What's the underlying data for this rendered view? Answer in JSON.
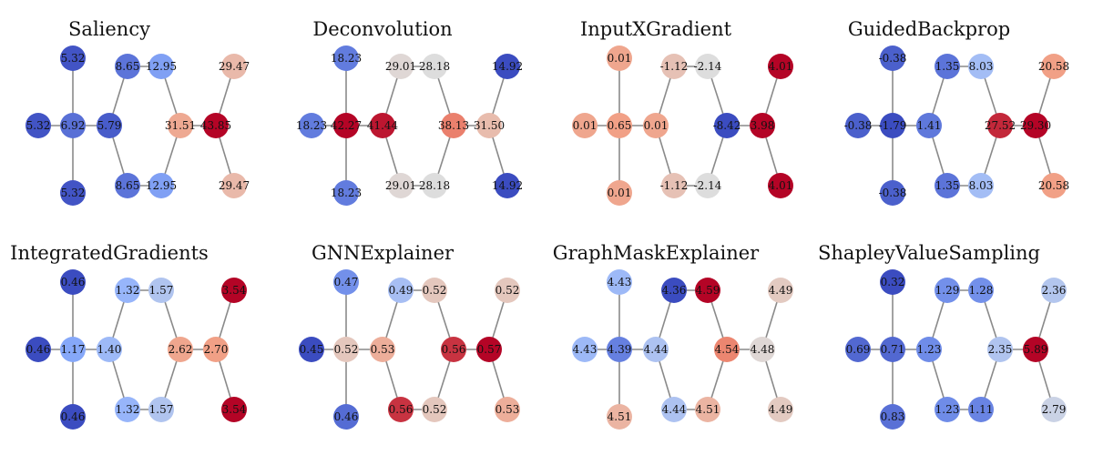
{
  "graph": {
    "nodes": [
      "n0",
      "n1",
      "n2",
      "n3",
      "n4",
      "n5",
      "n6",
      "n7",
      "n8",
      "n9",
      "n10",
      "n11",
      "n12"
    ],
    "edges": [
      [
        "n0",
        "n1"
      ],
      [
        "n1",
        "n2"
      ],
      [
        "n1",
        "n3"
      ],
      [
        "n1",
        "n4"
      ],
      [
        "n4",
        "n5"
      ],
      [
        "n5",
        "n6"
      ],
      [
        "n6",
        "n9"
      ],
      [
        "n4",
        "n7"
      ],
      [
        "n7",
        "n8"
      ],
      [
        "n8",
        "n9"
      ],
      [
        "n9",
        "n10"
      ],
      [
        "n10",
        "n11"
      ],
      [
        "n10",
        "n12"
      ]
    ]
  },
  "colors": {
    "edge": "#8a8a8a",
    "colormap": "coolwarm"
  },
  "panels": [
    {
      "title": "Saliency",
      "labels": [
        "5.32",
        "6.92",
        "5.32",
        "5.32",
        "5.79",
        "8.65",
        "12.95",
        "8.65",
        "12.95",
        "31.51",
        "43.85",
        "29.47",
        "29.47"
      ],
      "scores": [
        0.02,
        0.09,
        0.02,
        0.02,
        0.04,
        0.1,
        0.21,
        0.1,
        0.21,
        0.69,
        1.0,
        0.63,
        0.63
      ]
    },
    {
      "title": "Deconvolution",
      "labels": [
        "18.23",
        "42.27",
        "18.23",
        "18.23",
        "41.44",
        "29.01",
        "28.18",
        "29.01",
        "28.18",
        "38.13",
        "31.50",
        "14.92",
        "14.92"
      ],
      "scores": [
        0.12,
        1.0,
        0.12,
        0.12,
        0.97,
        0.52,
        0.5,
        0.52,
        0.5,
        0.79,
        0.62,
        0.0,
        0.0
      ]
    },
    {
      "title": "InputXGradient",
      "labels": [
        "0.01",
        "0.65",
        "0.01",
        "0.01",
        "0.01",
        "-1.12",
        "-2.14",
        "-1.12",
        "-2.14",
        "-8.42",
        "3.98",
        "4.01",
        "4.01"
      ],
      "scores": [
        0.7,
        0.72,
        0.7,
        0.7,
        0.7,
        0.6,
        0.5,
        0.6,
        0.5,
        0.0,
        1.0,
        1.0,
        1.0
      ]
    },
    {
      "title": "GuidedBackprop",
      "labels": [
        "-0.38",
        "-1.79",
        "-0.38",
        "-0.38",
        "1.41",
        "1.35",
        "8.03",
        "1.35",
        "8.03",
        "27.52",
        "29.30",
        "20.58",
        "20.58"
      ],
      "scores": [
        0.05,
        0.0,
        0.05,
        0.05,
        0.11,
        0.1,
        0.32,
        0.1,
        0.32,
        0.94,
        1.0,
        0.72,
        0.72
      ]
    },
    {
      "title": "IntegratedGradients",
      "labels": [
        "0.46",
        "1.17",
        "0.46",
        "0.46",
        "1.40",
        "1.32",
        "1.57",
        "1.32",
        "1.57",
        "2.62",
        "2.70",
        "3.54",
        "3.54"
      ],
      "scores": [
        0.0,
        0.23,
        0.0,
        0.0,
        0.3,
        0.28,
        0.36,
        0.28,
        0.36,
        0.7,
        0.72,
        1.0,
        1.0
      ]
    },
    {
      "title": "GNNExplainer",
      "labels": [
        "0.47",
        "0.52",
        "0.45",
        "0.46",
        "0.53",
        "0.49",
        "0.52",
        "0.56",
        "0.52",
        "0.56",
        "0.57",
        "0.52",
        "0.53"
      ],
      "scores": [
        0.17,
        0.58,
        0.0,
        0.08,
        0.67,
        0.33,
        0.58,
        0.92,
        0.58,
        0.92,
        1.0,
        0.58,
        0.67
      ]
    },
    {
      "title": "GraphMaskExplainer",
      "labels": [
        "4.43",
        "4.39",
        "4.43",
        "4.51",
        "4.44",
        "4.36",
        "4.59",
        "4.44",
        "4.51",
        "4.54",
        "4.48",
        "4.49",
        "4.49"
      ],
      "scores": [
        0.3,
        0.13,
        0.3,
        0.65,
        0.35,
        0.0,
        1.0,
        0.35,
        0.65,
        0.78,
        0.52,
        0.57,
        0.57
      ]
    },
    {
      "title": "ShapleyValueSampling",
      "labels": [
        "0.32",
        "0.71",
        "0.69",
        "0.83",
        "1.23",
        "1.29",
        "1.28",
        "1.23",
        "1.11",
        "2.35",
        "5.89",
        "2.36",
        "2.79"
      ],
      "scores": [
        0.0,
        0.07,
        0.07,
        0.09,
        0.16,
        0.17,
        0.17,
        0.16,
        0.14,
        0.36,
        1.0,
        0.37,
        0.44
      ]
    }
  ]
}
